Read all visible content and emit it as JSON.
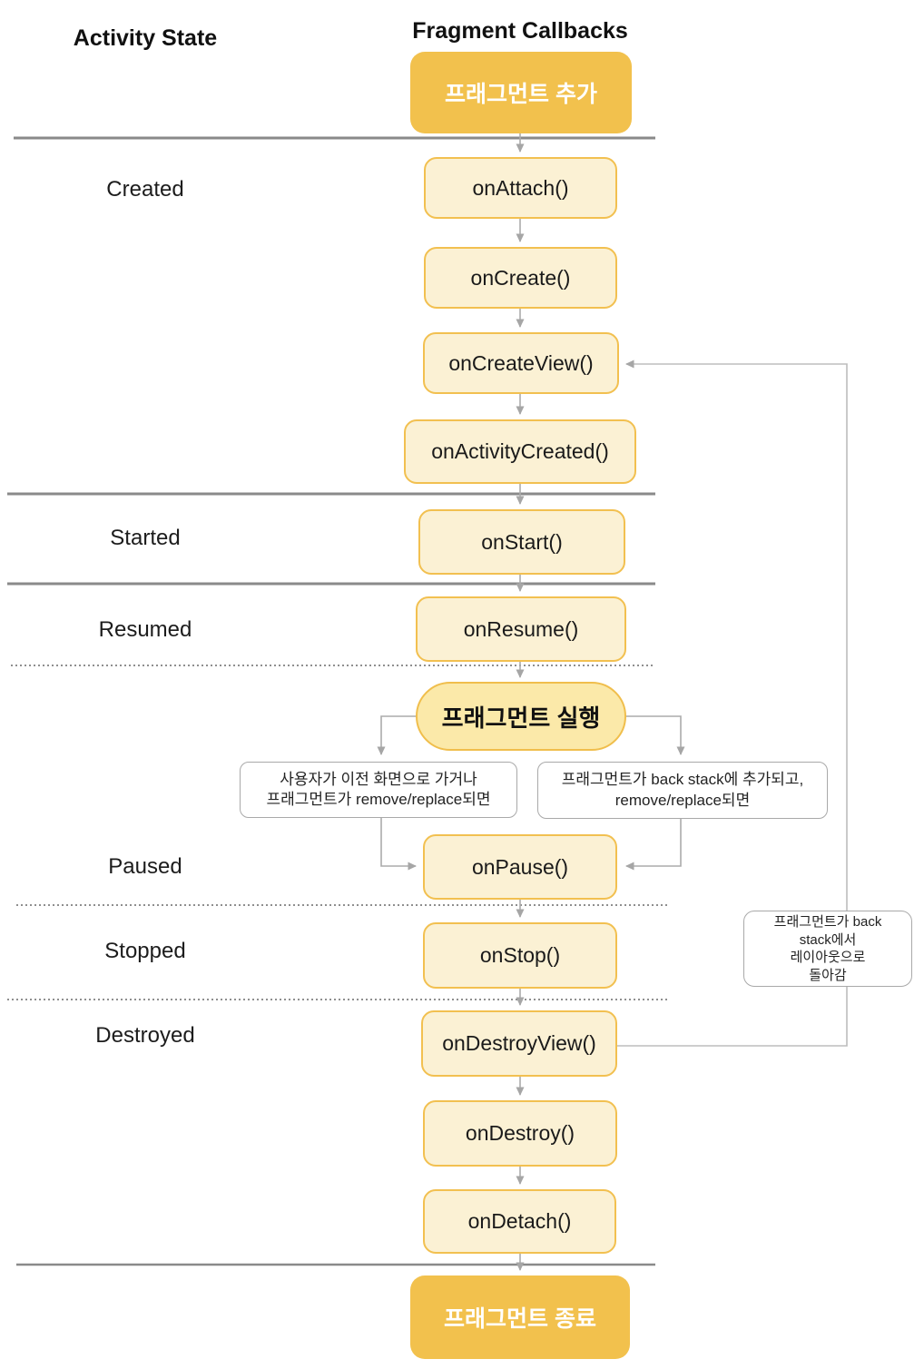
{
  "title_row": {
    "activity_state": "Activity State",
    "fragment_callbacks": "Fragment Callbacks"
  },
  "terminals": {
    "start": "프래그먼트 추가",
    "run": "프래그먼트 실행",
    "end": "프래그먼트 종료"
  },
  "activity_states": [
    "Created",
    "Started",
    "Resumed",
    "Paused",
    "Stopped",
    "Destroyed"
  ],
  "callbacks": [
    "onAttach()",
    "onCreate()",
    "onCreateView()",
    "onActivityCreated()",
    "onStart()",
    "onResume()",
    "onPause()",
    "onStop()",
    "onDestroyView()",
    "onDestroy()",
    "onDetach()"
  ],
  "annotations": {
    "left_note": {
      "line1": "사용자가 이전 화면으로 가거나",
      "line2": "프래그먼트가 remove/replace되면"
    },
    "right_note": {
      "line1": "프래그먼트가 back stack에 추가되고,",
      "line2": "remove/replace되면"
    },
    "backstack_note": {
      "line1": "프래그먼트가 back",
      "line2": "stack에서",
      "line3": "레이아웃으로",
      "line4": "돌아감"
    }
  },
  "colors": {
    "terminal_fill": "#F2C14D",
    "callback_fill": "#FBF1D4",
    "callback_border": "#F2C050",
    "pill_fill": "#FBE9A9",
    "pill_border": "#F0BE4C",
    "divider_solid": "#8a8a8a",
    "connector": "#ababab",
    "note_border": "#a9a9a9"
  }
}
